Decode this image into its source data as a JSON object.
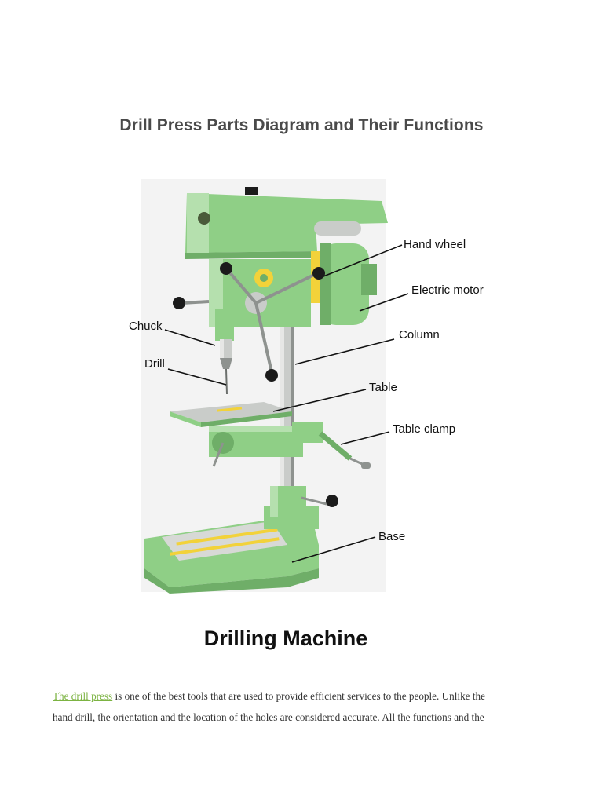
{
  "page": {
    "title": "Drill Press Parts Diagram and Their Functions",
    "caption": "Drilling Machine"
  },
  "diagram": {
    "labels": {
      "hand_wheel": "Hand wheel",
      "electric_motor": "Electric motor",
      "chuck": "Chuck",
      "column": "Column",
      "drill": "Drill",
      "table": "Table",
      "table_clamp": "Table clamp",
      "base": "Base"
    },
    "colors": {
      "body_green": "#8fcf86",
      "body_green_dark": "#6fae68",
      "body_green_light": "#b5e0ae",
      "metal": "#c9ccc9",
      "metal_dark": "#8e928f",
      "accent_yellow": "#f2d23a",
      "knob": "#1b1b1b"
    }
  },
  "article": {
    "link_text": "The drill press",
    "line1_rest": " is one of the best tools that are used to provide efficient services to the people. Unlike the",
    "line2": "hand drill, the orientation and the location of the holes are considered accurate. All the functions and the"
  }
}
